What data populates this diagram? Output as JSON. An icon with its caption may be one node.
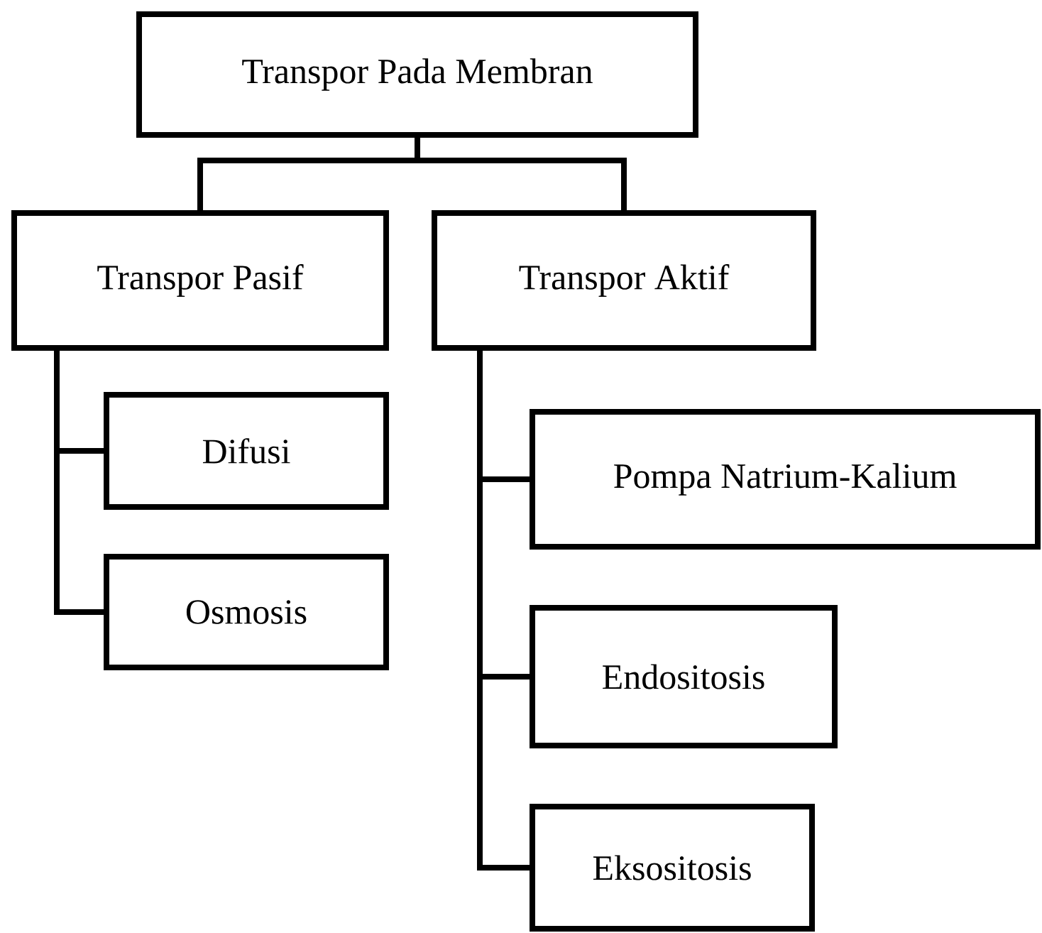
{
  "diagram": {
    "nodes": [
      {
        "text": [
          "Transpor Pada Membran"
        ]
      },
      {
        "text": [
          "Transpor Pasif"
        ]
      },
      {
        "text": [
          "Transpor Aktif"
        ]
      },
      {
        "text": [
          "Difusi"
        ]
      },
      {
        "text": [
          "Osmosis"
        ]
      },
      {
        "text": [
          "Pompa Natrium-Kalium"
        ]
      },
      {
        "text": [
          "Endositosis"
        ]
      },
      {
        "text": [
          "Eksositosis"
        ]
      }
    ],
    "edges": [
      {
        "from": 0,
        "to": 1,
        "arrow": "none"
      },
      {
        "from": 0,
        "to": 2,
        "arrow": "none"
      },
      {
        "from": 1,
        "to": 3,
        "arrow": "none"
      },
      {
        "from": 1,
        "to": 4,
        "arrow": "none"
      },
      {
        "from": 2,
        "to": 5,
        "arrow": "none"
      },
      {
        "from": 2,
        "to": 6,
        "arrow": "none"
      },
      {
        "from": 2,
        "to": 7,
        "arrow": "none"
      }
    ]
  }
}
